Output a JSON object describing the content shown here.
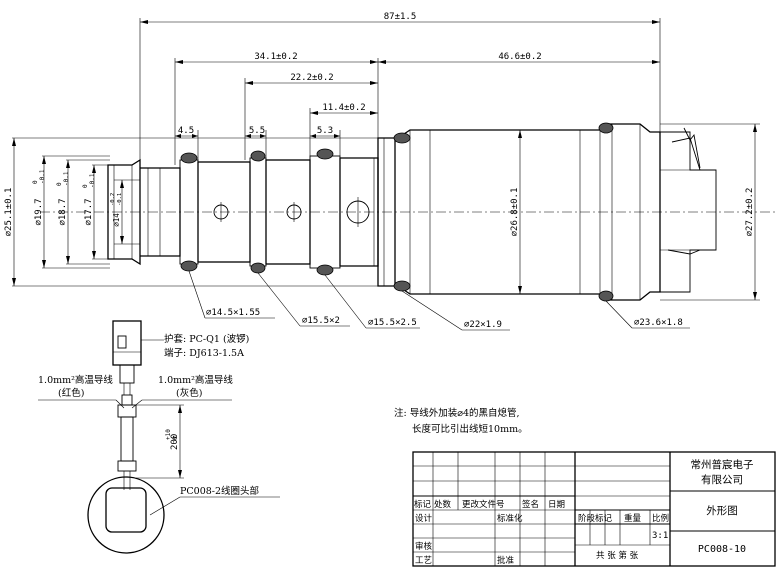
{
  "dimensions": {
    "overall_length": "87±1.5",
    "d_34_1": "34.1±0.2",
    "d_22_2": "22.2±0.2",
    "d_11_4": "11.4±0.2",
    "d_46_6": "46.6±0.2",
    "d_4_5": "4.5",
    "d_5_5": "5.5",
    "d_5_3": "5.3",
    "dia_25_1": "⌀25.1±0.1",
    "dia_19_7": "⌀19.7",
    "dia_19_7_tol_top": "0",
    "dia_19_7_tol_bot": "-0.1",
    "dia_18_7": "⌀18.7",
    "dia_18_7_tol_top": "0",
    "dia_18_7_tol_bot": "-0.1",
    "dia_17_7": "⌀17.7",
    "dia_17_7_tol_top": "0",
    "dia_17_7_tol_bot": "-0.1",
    "dia_14": "⌀14",
    "dia_14_tol_top": "-0.2",
    "dia_14_tol_bot": "-0.1",
    "dia_26_8": "⌀26.8±0.1",
    "dia_27_2": "⌀27.2±0.2",
    "oring_1": "⌀14.5×1.55",
    "oring_2": "⌀15.5×2",
    "oring_3": "⌀15.5×2.5",
    "oring_4": "⌀22×1.9",
    "oring_5": "⌀23.6×1.8",
    "wire_len": "200",
    "wire_len_tol_top": "+10",
    "wire_len_tol_bot": "0"
  },
  "connector": {
    "sheath_label": "护套: PC-Q1 (波锣)",
    "terminal_label": "端子: DJ613-1.5A",
    "wire_left": "1.0mm²高温导线",
    "wire_left_color": "(红色)",
    "wire_right": "1.0mm²高温导线",
    "wire_right_color": "(灰色)",
    "coil_label": "PC008-2线圈头部"
  },
  "note": {
    "line1": "注: 导线外加装⌀4的黑自熄管,",
    "line2": "长度可比引出线短10mm。"
  },
  "title_block": {
    "company_line1": "常州普宸电子",
    "company_line2": "有限公司",
    "drawing_title": "外形图",
    "drawing_no": "PC008-10",
    "scale": "3:1",
    "h_mark": "标记",
    "h_count": "处数",
    "h_change": "更改文件号",
    "h_sign": "签名",
    "h_date": "日期",
    "h_design": "设计",
    "h_standard": "标准化",
    "h_stage": "阶段标记",
    "h_weight": "重量",
    "h_ratio": "比例",
    "h_check": "审核",
    "h_process": "工艺",
    "h_approve": "批准",
    "h_sheets": "共  张  第  张"
  }
}
